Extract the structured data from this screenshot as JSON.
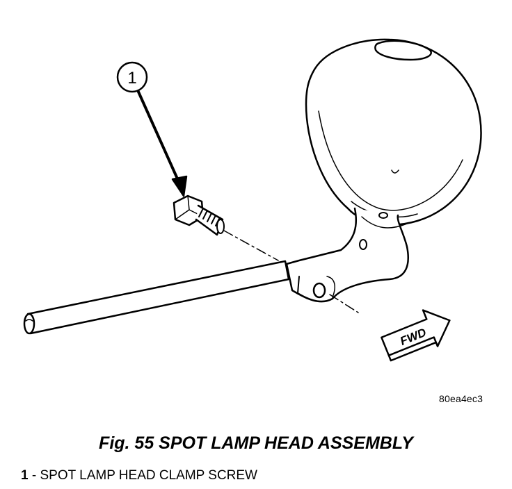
{
  "callout": {
    "number": "1"
  },
  "arrow_label": "FWD",
  "part_id": "80ea4ec3",
  "caption": {
    "title": "Fig. 55 SPOT LAMP HEAD ASSEMBLY"
  },
  "legend": [
    {
      "number": "1",
      "separator": " - ",
      "text": "SPOT LAMP HEAD CLAMP SCREW"
    }
  ]
}
